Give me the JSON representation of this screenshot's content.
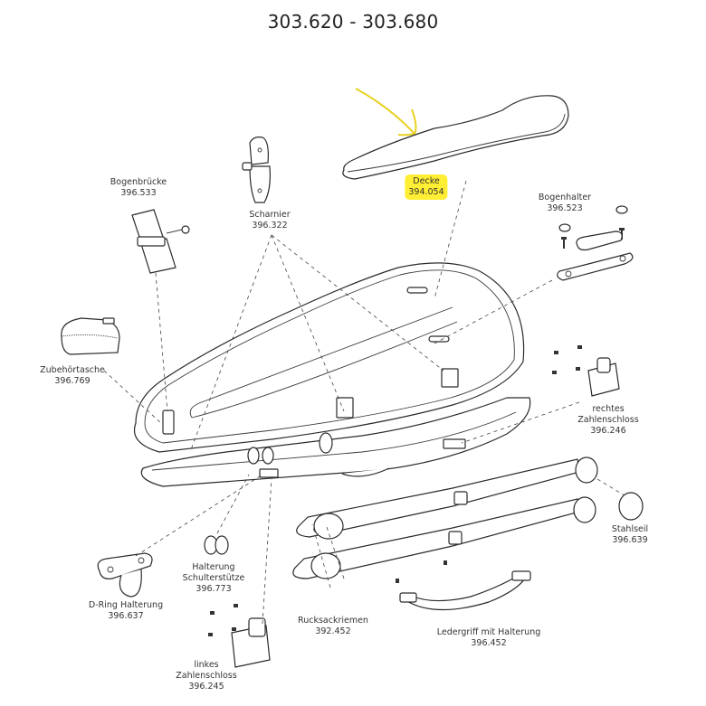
{
  "title": "303.620 - 303.680",
  "annotation": {
    "highlight_color": "#ffee33",
    "arrow_color": "#e8d020"
  },
  "parts": {
    "bogenbruecke": {
      "name": "Bogenbrücke",
      "number": "396.533"
    },
    "scharnier": {
      "name": "Scharnier",
      "number": "396.322"
    },
    "decke": {
      "name": "Decke",
      "number": "394.054"
    },
    "bogenhalter": {
      "name": "Bogenhalter",
      "number": "396.523"
    },
    "zubehoertasche": {
      "name": "Zubehörtasche",
      "number": "396.769"
    },
    "rechtes_zahlenschloss": {
      "name1": "rechtes",
      "name2": "Zahlenschloss",
      "number": "396.246"
    },
    "stahlseil": {
      "name": "Stahlseil",
      "number": "396.639"
    },
    "halterung_schulterstuetze": {
      "name1": "Halterung",
      "name2": "Schulterstütze",
      "number": "396.773"
    },
    "d_ring_halterung": {
      "name": "D-Ring Halterung",
      "number": "396.637"
    },
    "rucksackriemen": {
      "name": "Rucksackriemen",
      "number": "392.452"
    },
    "ledergriff": {
      "name": "Ledergriff mit Halterung",
      "number": "396.452"
    },
    "linkes_zahlenschloss": {
      "name1": "linkes",
      "name2": "Zahlenschloss",
      "number": "396.245"
    }
  }
}
